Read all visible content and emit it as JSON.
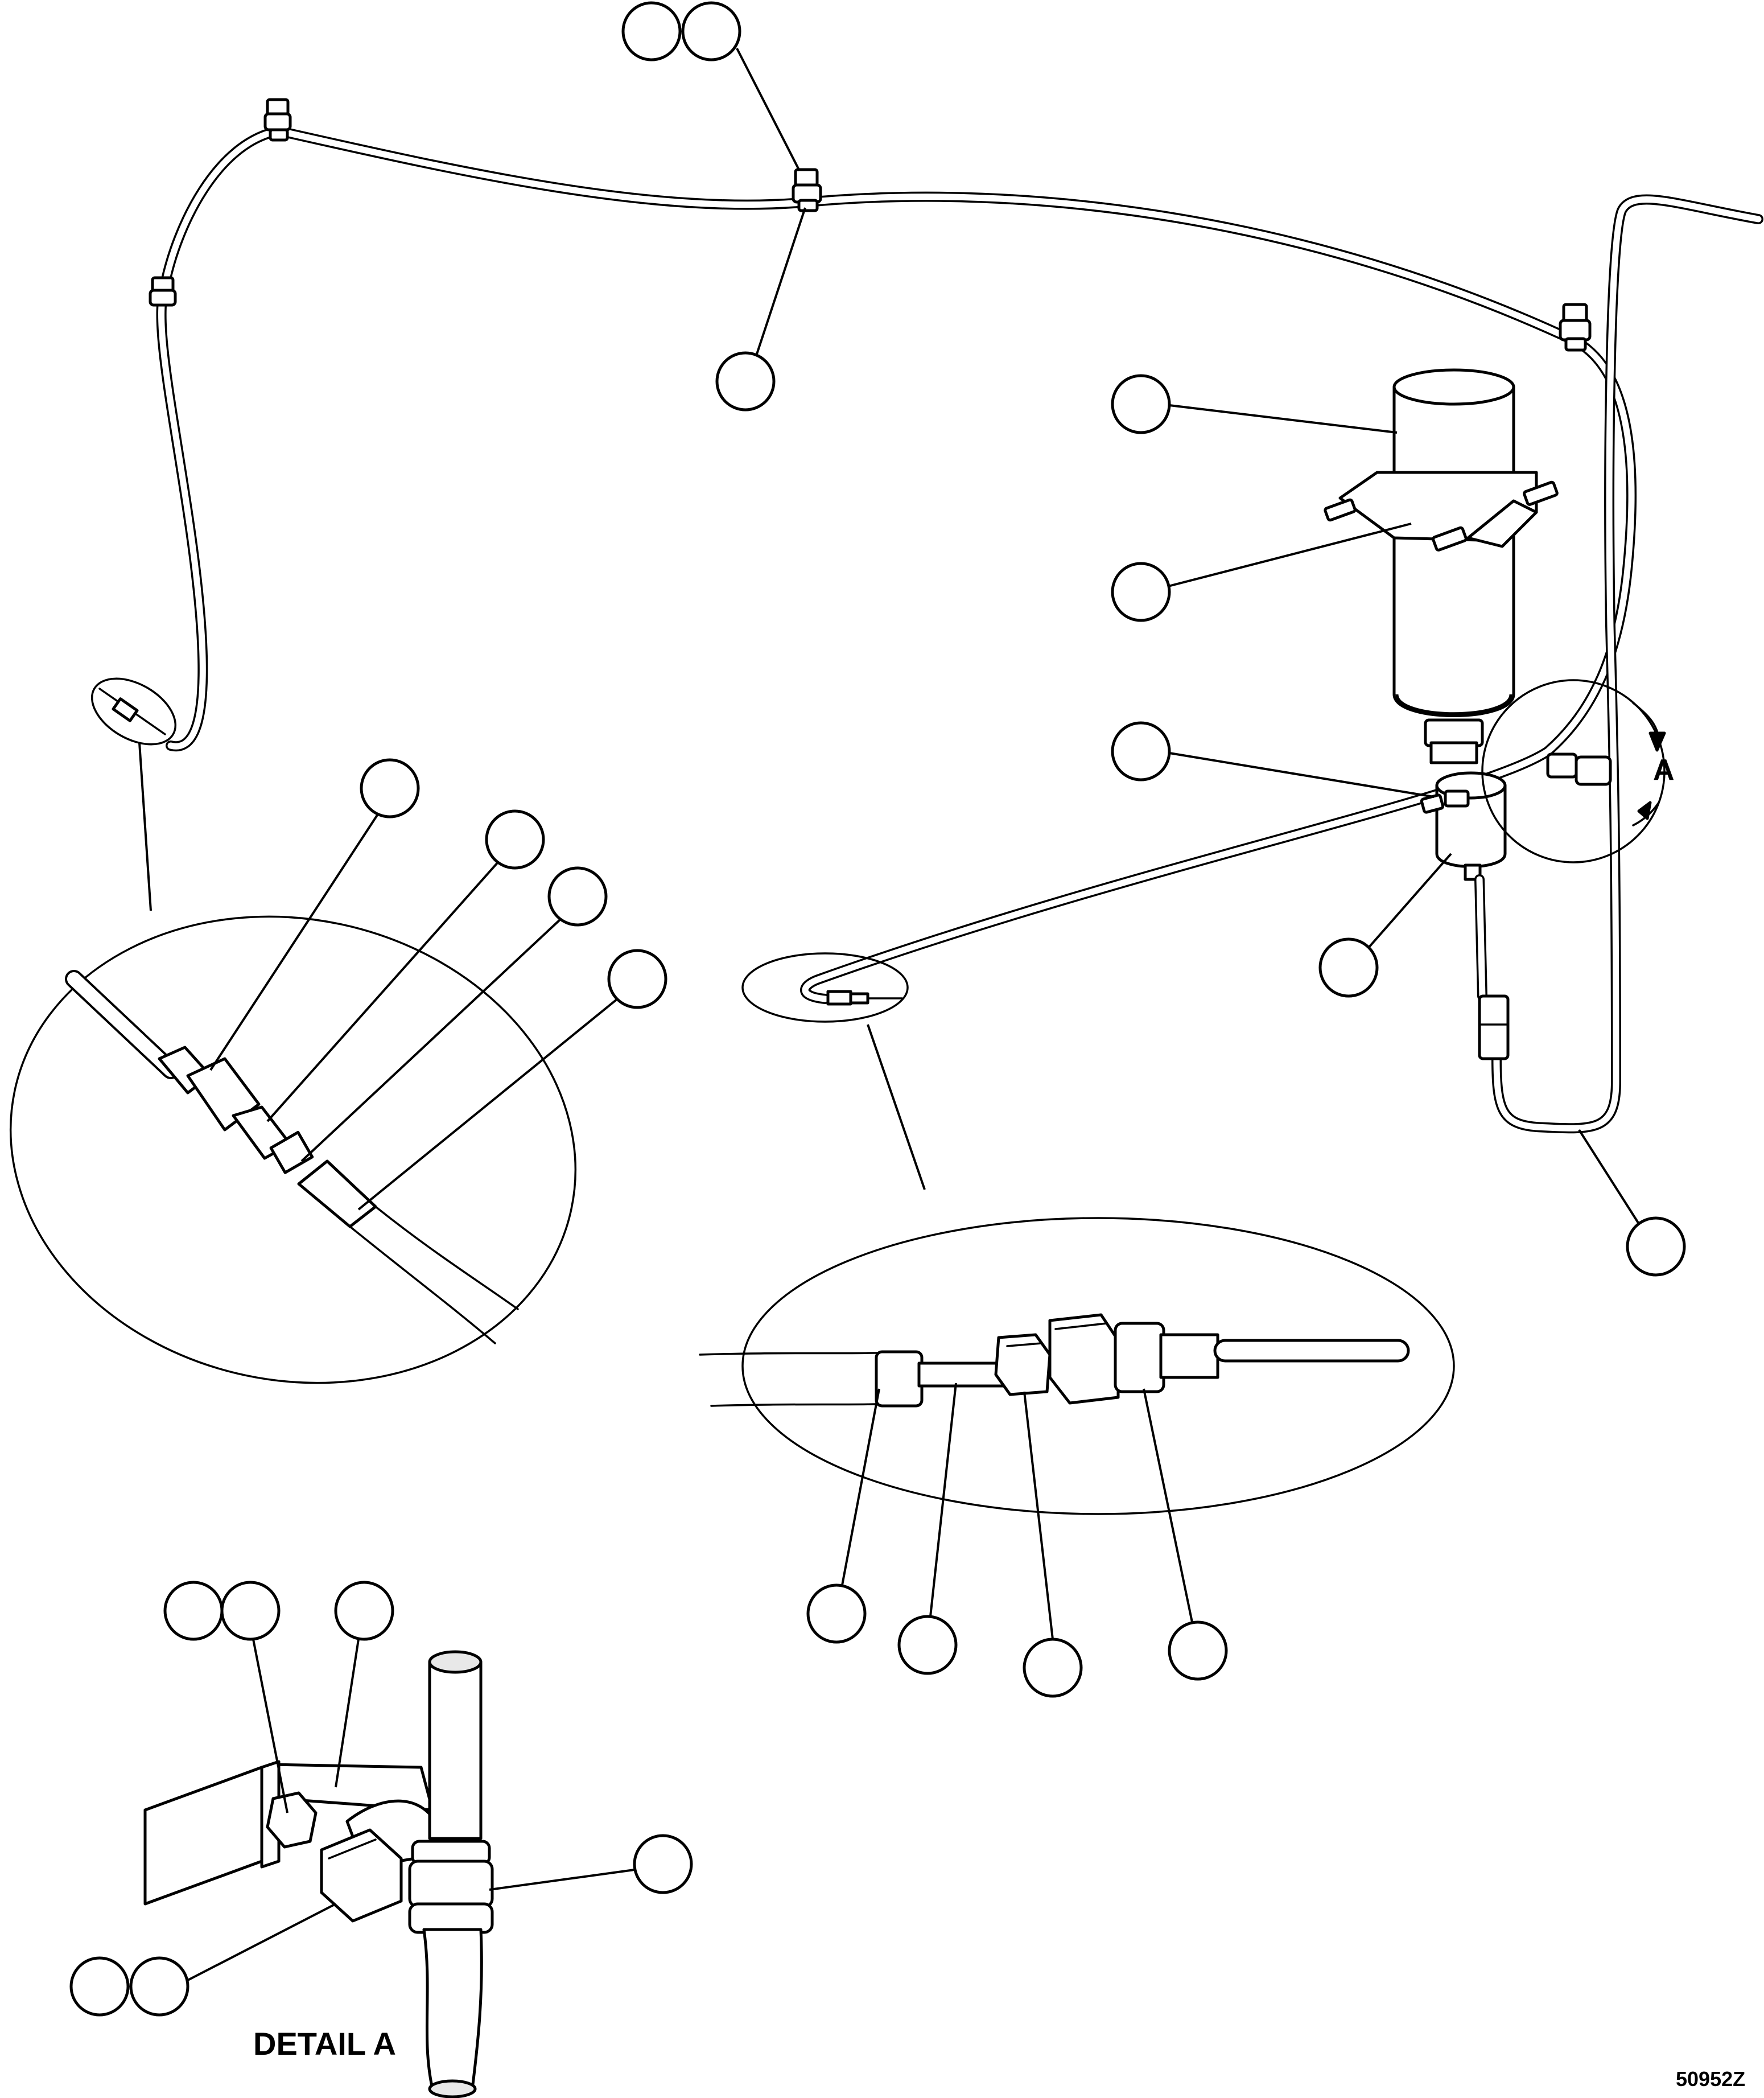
{
  "labels": {
    "detail_letter": "A",
    "detail_title": "DETAIL A",
    "figure_id": "50952Z"
  },
  "colors": {
    "line": "#000000",
    "background": "#ffffff"
  }
}
